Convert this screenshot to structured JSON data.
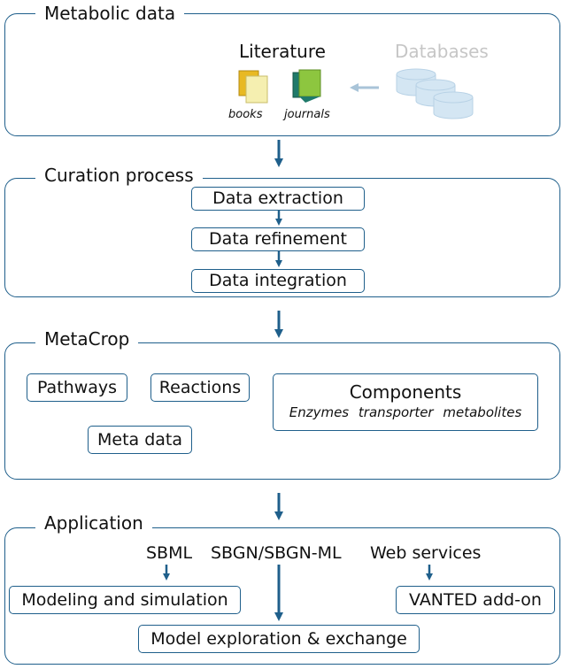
{
  "sections": {
    "metabolic_data": {
      "title": "Metabolic data",
      "literature_label": "Literature",
      "books_label": "books",
      "journals_label": "journals",
      "databases_label": "Databases"
    },
    "curation": {
      "title": "Curation process",
      "steps": [
        "Data extraction",
        "Data refinement",
        "Data integration"
      ]
    },
    "metacrop": {
      "title": "MetaCrop",
      "pathways": "Pathways",
      "reactions": "Reactions",
      "components": "Components",
      "component_types": [
        "Enzymes",
        "transporter",
        "metabolites"
      ],
      "meta_data": "Meta data"
    },
    "application": {
      "title": "Application",
      "formats": [
        "SBML",
        "SBGN/SBGN-ML",
        "Web services"
      ],
      "modeling": "Modeling and simulation",
      "vanted": "VANTED add-on",
      "exploration": "Model exploration & exchange"
    }
  },
  "colors": {
    "border": "#1f5f8b",
    "arrow": "#1f5f8b",
    "faded_text": "#c6c6c6",
    "faded_arrow": "#a9c4d8",
    "db_fill": "#d4e6f3",
    "db_stroke": "#b8d2e6",
    "book_yellow": "#e8b923",
    "book_pale": "#f5efb0",
    "journal_dark": "#1f7a6a",
    "journal_green": "#8dc63f"
  },
  "icons": [
    "books-icon",
    "journals-icon",
    "databases-icon"
  ]
}
